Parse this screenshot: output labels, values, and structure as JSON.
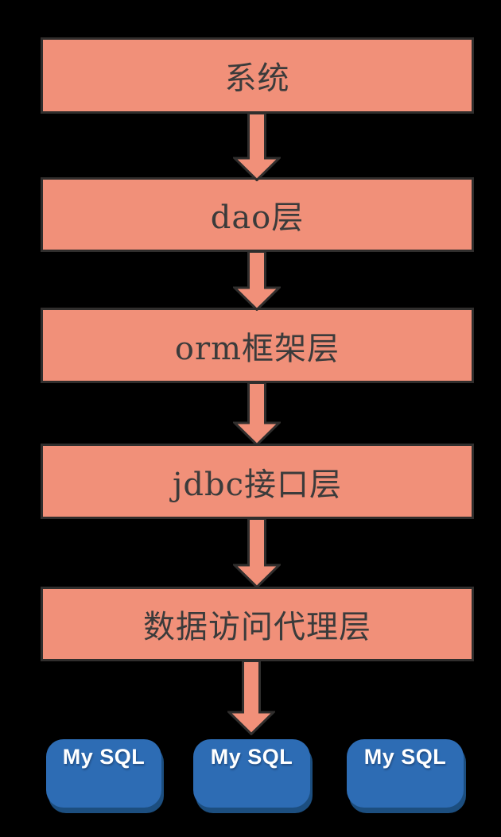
{
  "diagram": {
    "background_color": "#000000",
    "layers": [
      {
        "label": "系统"
      },
      {
        "label": "dao层"
      },
      {
        "label": "orm框架层"
      },
      {
        "label": "jdbc接口层"
      },
      {
        "label": "数据访问代理层"
      }
    ],
    "databases": [
      {
        "label": "My SQL"
      },
      {
        "label": "My SQL"
      },
      {
        "label": "My SQL"
      }
    ],
    "colors": {
      "layer_fill": "#F19079",
      "layer_border": "#302E2D",
      "layer_text": "#3B3B3B",
      "arrow_fill": "#F19079",
      "arrow_outline": "#302E2D",
      "database_fill": "#2D6CB4",
      "database_shadow": "#1C4E7F",
      "database_text": "#FFFFFF"
    }
  }
}
